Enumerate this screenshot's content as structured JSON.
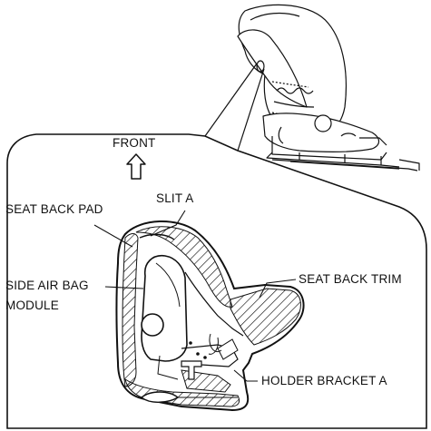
{
  "diagram": {
    "labels": {
      "front": "FRONT",
      "seat_back_pad": "SEAT BACK PAD",
      "slit_a": "SLIT A",
      "side_air_bag_module_line1": "SIDE AIR BAG",
      "side_air_bag_module_line2": "MODULE",
      "seat_back_trim": "SEAT BACK TRIM",
      "holder_bracket_a": "HOLDER BRACKET A"
    }
  }
}
